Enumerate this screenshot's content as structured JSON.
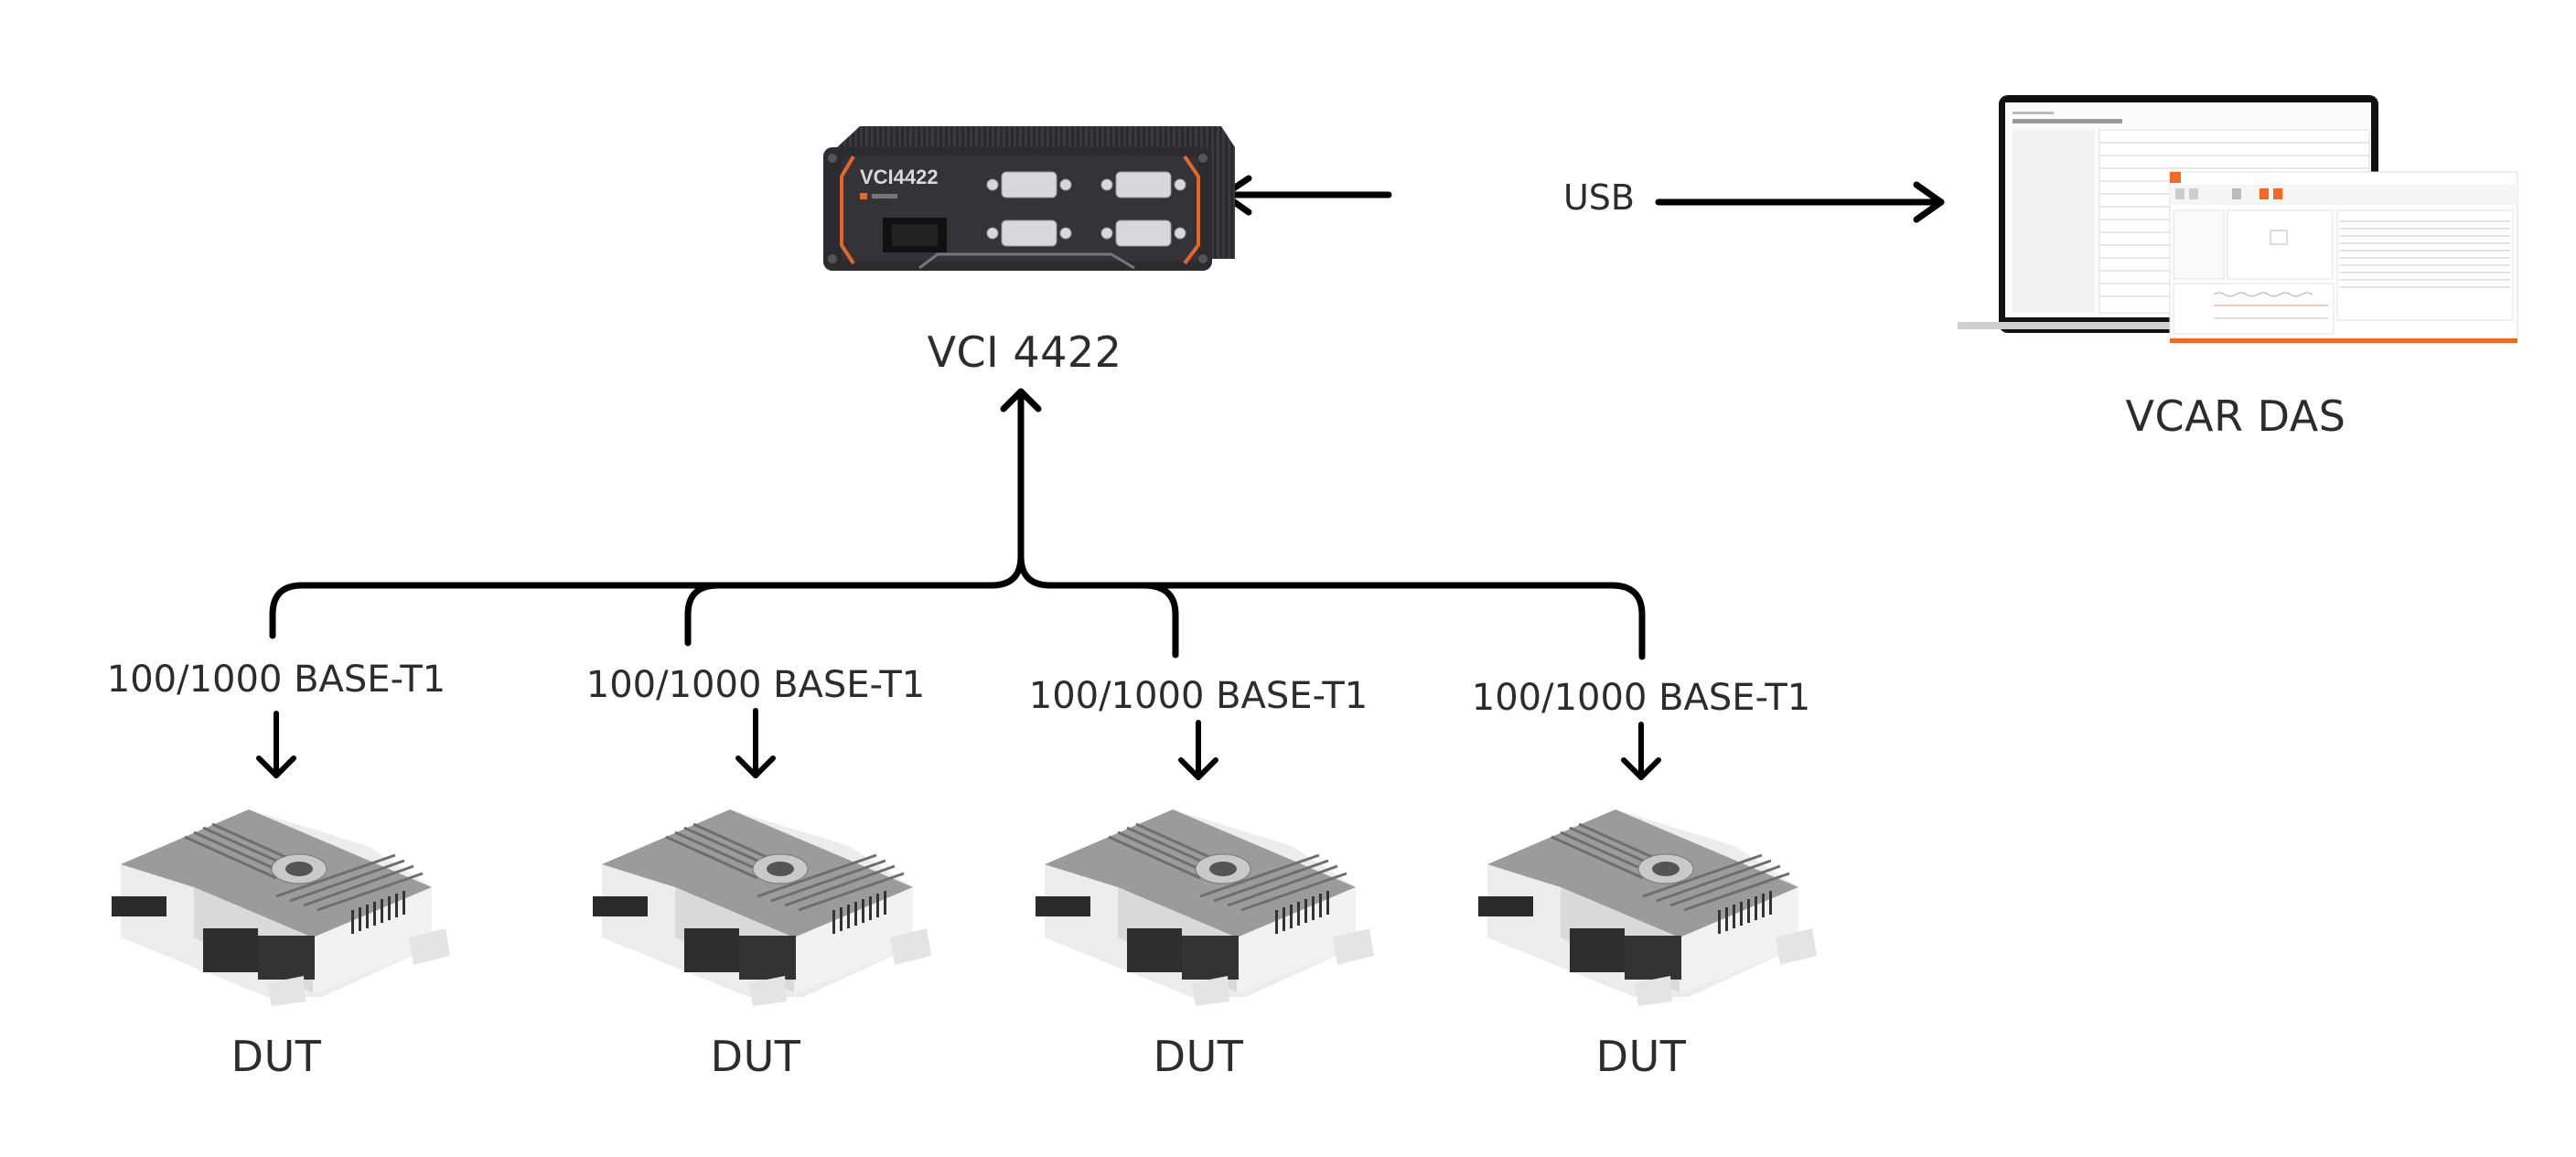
{
  "diagram": {
    "vci": {
      "label": "VCI 4422",
      "device_brand_text": "VCI4422",
      "accent_color": "#e8652a"
    },
    "pc": {
      "label": "VCAR DAS",
      "accent_color": "#f26a22"
    },
    "link_pc": {
      "label": "USB",
      "direction": "bidirectional"
    },
    "branches": [
      {
        "link_label": "100/1000 BASE-T1",
        "device_label": "DUT"
      },
      {
        "link_label": "100/1000 BASE-T1",
        "device_label": "DUT"
      },
      {
        "link_label": "100/1000 BASE-T1",
        "device_label": "DUT"
      },
      {
        "link_label": "100/1000 BASE-T1",
        "device_label": "DUT"
      }
    ],
    "line_color": "#000000"
  }
}
